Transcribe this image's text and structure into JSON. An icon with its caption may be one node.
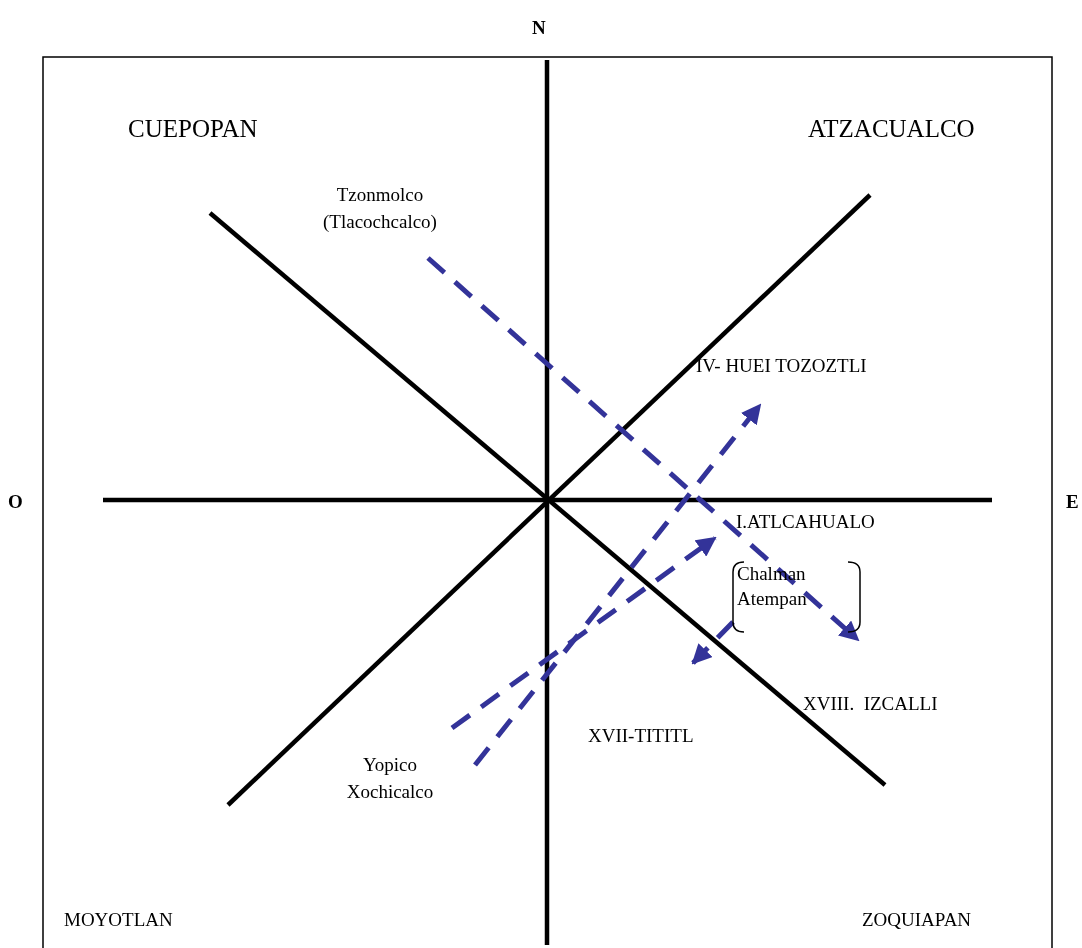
{
  "diagram": {
    "nodes": [
      {
        "text": [
          "Tzonmolco (Tlacochcalco)"
        ]
      },
      {
        "text": [
          "IV- HUEI TOZOZTLI"
        ]
      },
      {
        "text": [
          "I.ATLCAHUALO"
        ]
      },
      {
        "text": [
          "Chalman Atempan"
        ]
      },
      {
        "text": [
          "XVII-TITITL"
        ]
      },
      {
        "text": [
          "Yopico Xochicalco"
        ]
      }
    ],
    "edges": [
      {
        "from": 0,
        "to": 3,
        "arrow": "to",
        "style": "dashed"
      },
      {
        "from": 5,
        "to": 1,
        "arrow": "to",
        "style": "dashed"
      },
      {
        "from": 5,
        "to": 2,
        "arrow": "to",
        "style": "dashed"
      },
      {
        "from": 3,
        "to": null,
        "arrow": "to",
        "style": "dashed"
      }
    ],
    "labels": [
      "N",
      "O",
      "E",
      "CUEPOPAN",
      "ATZACUALCO",
      "XVIII.  IZCALLI",
      "MOYOTLAN",
      "ZOQUIAPAN"
    ]
  }
}
